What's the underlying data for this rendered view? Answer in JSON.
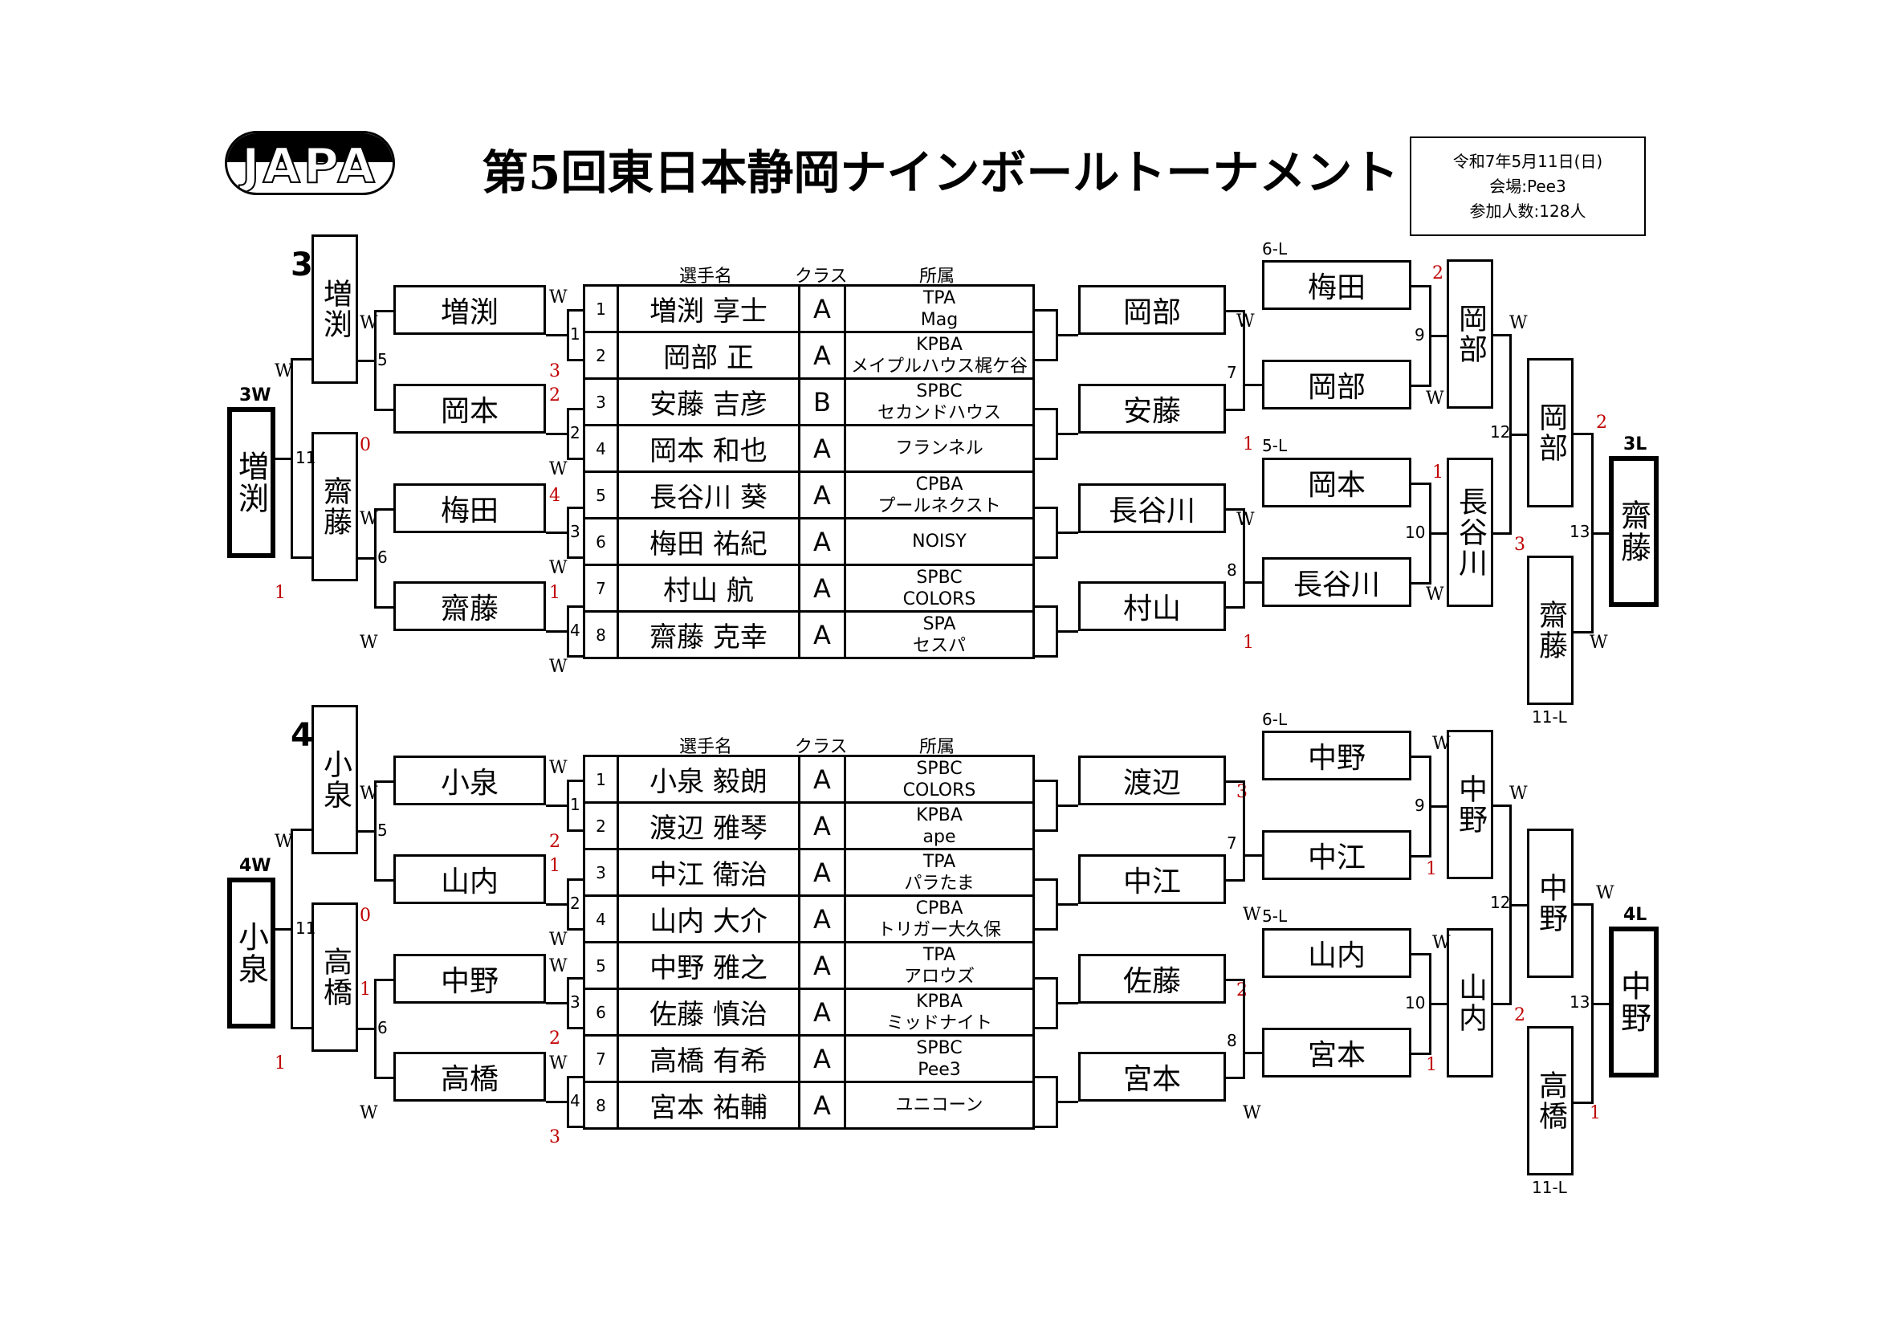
{
  "header": {
    "logo_text": "JAPA",
    "title": "第5回東日本静岡ナインボールトーナメント",
    "info": [
      "令和7年5月11日(日)",
      "会場:Pee3",
      "参加人数:128人"
    ]
  },
  "columns": {
    "name": "選手名",
    "class": "クラス",
    "affiliation": "所属"
  },
  "groups": [
    {
      "title": "3組",
      "players": [
        {
          "no": "1",
          "name": "増渕 享士",
          "cls": "A",
          "aff": [
            "TPA",
            "Mag"
          ]
        },
        {
          "no": "2",
          "name": "岡部 正",
          "cls": "A",
          "aff": [
            "KPBA",
            "メイプルハウス梶ケ谷"
          ]
        },
        {
          "no": "3",
          "name": "安藤 吉彦",
          "cls": "B",
          "aff": [
            "SPBC",
            "セカンドハウス"
          ]
        },
        {
          "no": "4",
          "name": "岡本 和也",
          "cls": "A",
          "aff": [
            "",
            "フランネル"
          ]
        },
        {
          "no": "5",
          "name": "長谷川 葵",
          "cls": "A",
          "aff": [
            "CPBA",
            "プールネクスト"
          ]
        },
        {
          "no": "6",
          "name": "梅田 祐紀",
          "cls": "A",
          "aff": [
            "",
            "NOISY"
          ]
        },
        {
          "no": "7",
          "name": "村山 航",
          "cls": "A",
          "aff": [
            "SPBC",
            "COLORS"
          ]
        },
        {
          "no": "8",
          "name": "齋藤 克幸",
          "cls": "A",
          "aff": [
            "SPA",
            "セスパ"
          ]
        }
      ],
      "left_r1": [
        "増渕",
        "岡本",
        "梅田",
        "齋藤"
      ],
      "left_r2": [
        "増渕",
        "齋藤"
      ],
      "left_final": "増渕",
      "left_final_label": "3W",
      "right_r1": [
        "岡部",
        "安藤",
        "長谷川",
        "村山"
      ],
      "right_r2": [
        "梅田",
        "岡部",
        "岡本",
        "長谷川"
      ],
      "right_r3": [
        "岡部",
        "長谷川"
      ],
      "right_r4": [
        "岡部",
        "齋藤"
      ],
      "right_final": "齋藤",
      "right_final_label": "3L",
      "loser_labels": [
        "6-L",
        "5-L",
        "11-L"
      ],
      "match_nums": {
        "m1": "1",
        "m2": "2",
        "m3": "3",
        "m4": "4",
        "m5": "5",
        "m6": "6",
        "m7": "7",
        "m8": "8",
        "m9": "9",
        "m10": "10",
        "m11": "11",
        "m12": "12",
        "m13": "13"
      },
      "scores": {
        "m1a": "W",
        "m1b": "3",
        "m2a": "2",
        "m2b": "W",
        "m3a": "4",
        "m3b": "W",
        "m4a": "1",
        "m4b": "W",
        "m5a": "W",
        "m5b": "0",
        "m6a": "W",
        "m6b": "W",
        "m11a": "W",
        "m11b": "1",
        "r1a": "W",
        "r1b": "1",
        "r1c": "W",
        "r1d": "1",
        "m9a": "2",
        "m9b": "W",
        "m10a": "1",
        "m10b": "W",
        "m12a": "W",
        "m12b": "3",
        "m13a": "2",
        "m13b": "W"
      }
    },
    {
      "title": "4組",
      "players": [
        {
          "no": "1",
          "name": "小泉 毅朗",
          "cls": "A",
          "aff": [
            "SPBC",
            "COLORS"
          ]
        },
        {
          "no": "2",
          "name": "渡辺 雅琴",
          "cls": "A",
          "aff": [
            "KPBA",
            "ape"
          ]
        },
        {
          "no": "3",
          "name": "中江 衛治",
          "cls": "A",
          "aff": [
            "TPA",
            "パラたま"
          ]
        },
        {
          "no": "4",
          "name": "山内 大介",
          "cls": "A",
          "aff": [
            "CPBA",
            "トリガー大久保"
          ]
        },
        {
          "no": "5",
          "name": "中野 雅之",
          "cls": "A",
          "aff": [
            "TPA",
            "アロウズ"
          ]
        },
        {
          "no": "6",
          "name": "佐藤 慎治",
          "cls": "A",
          "aff": [
            "KPBA",
            "ミッドナイト"
          ]
        },
        {
          "no": "7",
          "name": "高橋 有希",
          "cls": "A",
          "aff": [
            "SPBC",
            "Pee3"
          ]
        },
        {
          "no": "8",
          "name": "宮本 祐輔",
          "cls": "A",
          "aff": [
            "",
            "ユニコーン"
          ]
        }
      ],
      "left_r1": [
        "小泉",
        "山内",
        "中野",
        "高橋"
      ],
      "left_r2": [
        "小泉",
        "高橋"
      ],
      "left_final": "小泉",
      "left_final_label": "4W",
      "right_r1": [
        "渡辺",
        "中江",
        "佐藤",
        "宮本"
      ],
      "right_r2": [
        "中野",
        "中江",
        "山内",
        "宮本"
      ],
      "right_r3": [
        "中野",
        "山内"
      ],
      "right_r4": [
        "中野",
        "高橋"
      ],
      "right_final": "中野",
      "right_final_label": "4L",
      "loser_labels": [
        "6-L",
        "5-L",
        "11-L"
      ],
      "match_nums": {
        "m1": "1",
        "m2": "2",
        "m3": "3",
        "m4": "4",
        "m5": "5",
        "m6": "6",
        "m7": "7",
        "m8": "8",
        "m9": "9",
        "m10": "10",
        "m11": "11",
        "m12": "12",
        "m13": "13"
      },
      "scores": {
        "m1a": "W",
        "m1b": "2",
        "m2a": "1",
        "m2b": "W",
        "m3a": "W",
        "m3b": "2",
        "m4a": "W",
        "m4b": "3",
        "m5a": "W",
        "m5b": "0",
        "m6a": "1",
        "m6b": "W",
        "m11a": "W",
        "m11b": "1",
        "r1a": "3",
        "r1b": "W",
        "r1c": "2",
        "r1d": "W",
        "m9a": "W",
        "m9b": "1",
        "m10a": "W",
        "m10b": "1",
        "m12a": "W",
        "m12b": "2",
        "m13a": "W",
        "m13b": "1"
      }
    }
  ]
}
